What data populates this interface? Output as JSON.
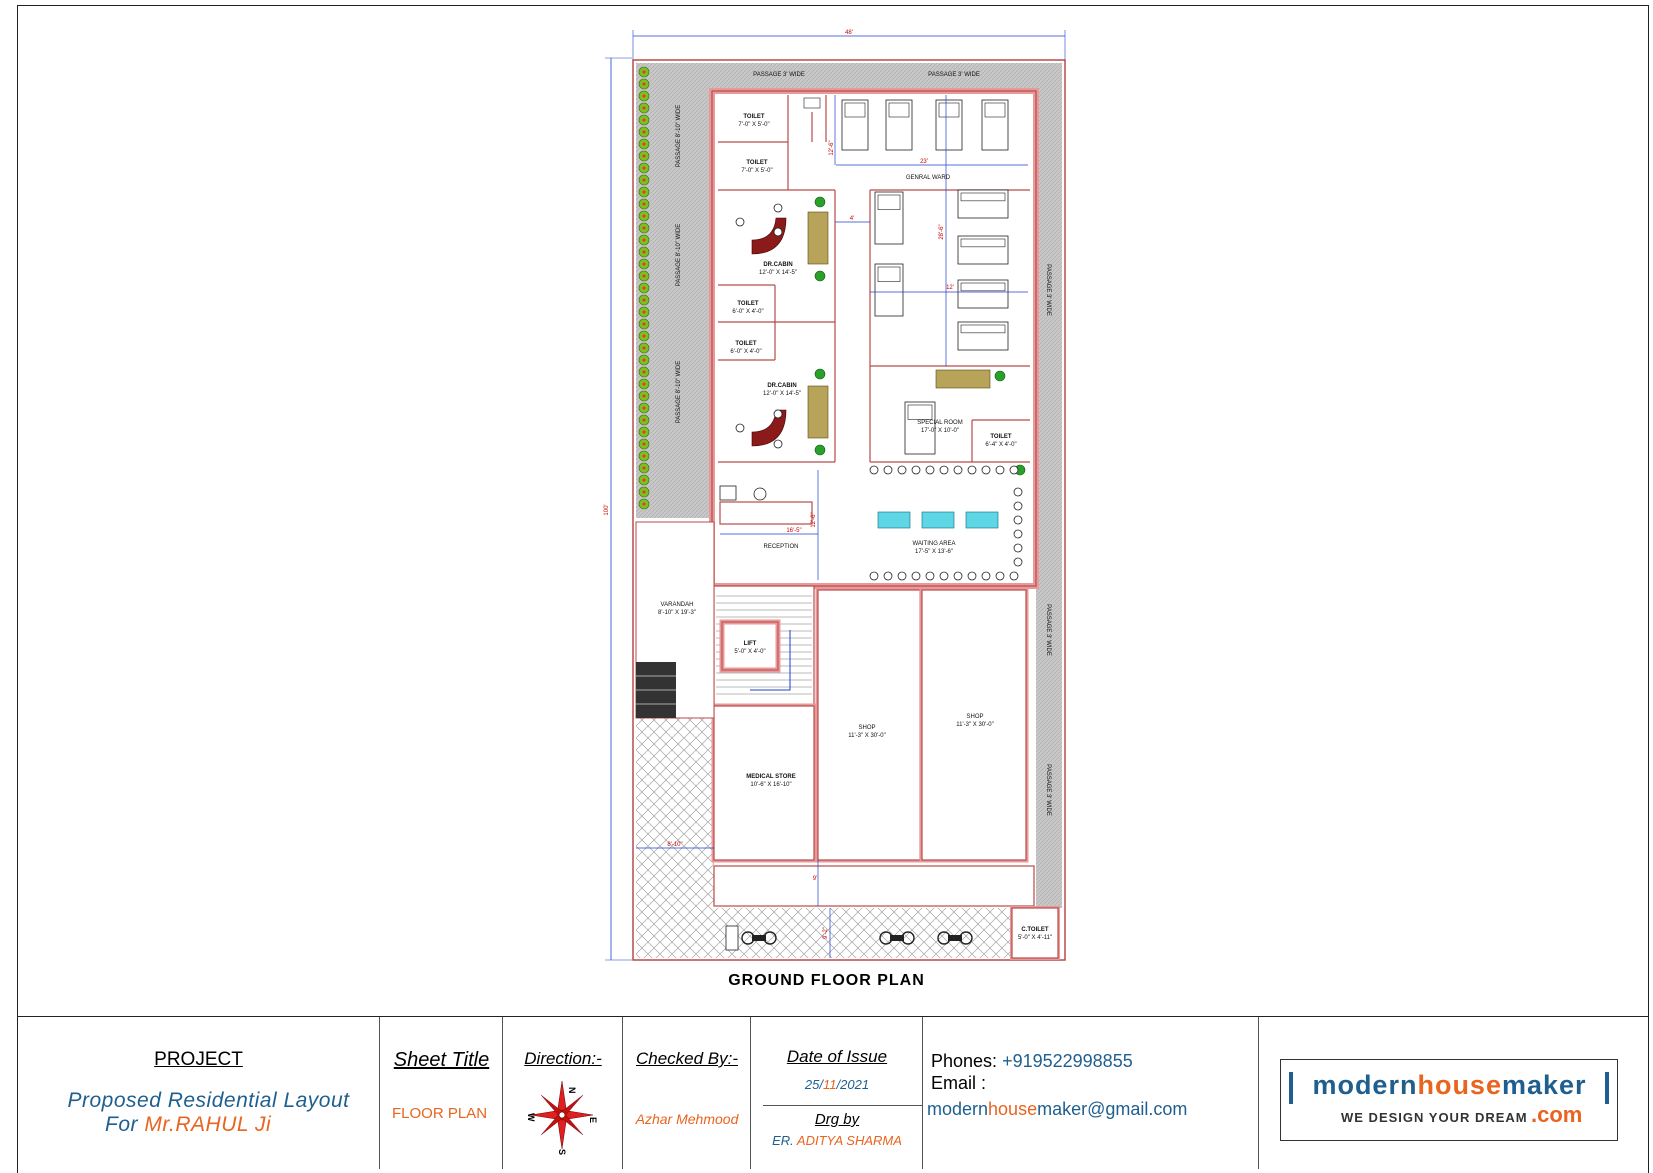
{
  "plan": {
    "title": "GROUND FLOOR PLAN",
    "rooms": {
      "passage_top_1": "PASSAGE 3' WIDE",
      "passage_top_2": "PASSAGE 3' WIDE",
      "passage_left_1": "PASSAGE 8'-10\" WIDE",
      "passage_left_2": "PASSAGE 8'-10\" WIDE",
      "passage_left_3": "PASSAGE 8'-10\" WIDE",
      "passage_right_1": "PASSAGE 3' WIDE",
      "passage_right_2": "PASSAGE 3' WIDE",
      "passage_right_3": "PASSAGE 3' WIDE",
      "toilet1_name": "TOILET",
      "toilet1_size": "7'-0\" X 5'-0\"",
      "toilet2_name": "TOILET",
      "toilet2_size": "7'-0\" X 5'-0\"",
      "drcabin1_name": "DR.CABIN",
      "drcabin1_size": "12'-0\" X 14'-5\"",
      "toilet3_name": "TOILET",
      "toilet3_size": "6'-0\" X 4'-0\"",
      "toilet4_name": "TOILET",
      "toilet4_size": "6'-0\" X 4'-0\"",
      "drcabin2_name": "DR.CABIN",
      "drcabin2_size": "12'-0\" X 14'-5\"",
      "general_ward": "GENRAL WARD",
      "special_room_name": "SPECIAL ROOM",
      "special_room_size": "17'-0\" X 10'-0\"",
      "toilet5_name": "TOILET",
      "toilet5_size": "6'-4\" X 4'-0\"",
      "reception": "RECEPTION",
      "waiting_name": "WAITING AREA",
      "waiting_size": "17'-5\" X 13'-6\"",
      "varandah_name": "VARANDAH",
      "varandah_size": "8'-10\" X 19'-3\"",
      "lift_name": "LIFT",
      "lift_size": "5'-0\" X 4'-0\"",
      "shop1_name": "SHOP",
      "shop1_size": "11'-3\" X 30'-0\"",
      "shop2_name": "SHOP",
      "shop2_size": "11'-3\" X 30'-0\"",
      "medical_name": "MEDICAL STORE",
      "medical_size": "10'-6\" X 16'-10\"",
      "ctoilet_name": "C.TOILET",
      "ctoilet_size": "5'-0\" X 4'-11\""
    },
    "dims": {
      "overall_width": "48'",
      "overall_depth": "100'",
      "ward_width": "23'",
      "ward_depth": "12'-6\"",
      "ward_inner_depth": "28'-6\"",
      "ward_inner_width": "12'",
      "corridor": "4'",
      "reception_width": "16'-5\"",
      "reception_depth": "12'-6\"",
      "varandah_width": "8'-10\"",
      "front_depth": "9'",
      "parking_depth": "9'-2\""
    }
  },
  "title_block": {
    "project_label": "PROJECT",
    "project_line1": "Proposed Residential Layout",
    "project_line2_prefix": "For ",
    "project_line2_name": "Mr.RAHUL Ji",
    "sheet_title_label": "Sheet Title",
    "sheet_title_value": "FLOOR PLAN",
    "direction_label": "Direction:-",
    "compass": {
      "n": "N",
      "s": "S",
      "e": "E",
      "w": "W"
    },
    "checked_by_label": "Checked By:-",
    "checked_by_value": "Azhar Mehmood",
    "date_label": "Date of Issue",
    "date_day": "25",
    "date_sep1": "/",
    "date_month": "11",
    "date_sep2": "/",
    "date_year": "2021",
    "drg_by_label": "Drg by",
    "drg_by_prefix": "ER. ",
    "drg_by_name": "ADITYA SHARMA",
    "phones_label": "Phones:",
    "phones_value": "+919522998855",
    "email_label": "Email :",
    "email_part1": "modern",
    "email_part2": "house",
    "email_part3": "maker@gmail.com",
    "logo_modern": "modern",
    "logo_house": "house",
    "logo_maker": "maker",
    "logo_tagline": "WE DESIGN YOUR DREAM",
    "logo_com": ".com"
  },
  "colors": {
    "wall": "#e89a9a",
    "wall_dark": "#b94a4a",
    "paving": "#bdbdbd",
    "hedge": "#7cbf1f",
    "dim": "#c00000",
    "dim_blue": "#1f3fcf",
    "desk": "#8b1a1a",
    "sofa": "#b7a35a",
    "glass": "#5fd6e6",
    "orange": "#e8641f",
    "blue": "#1f5f8f"
  }
}
